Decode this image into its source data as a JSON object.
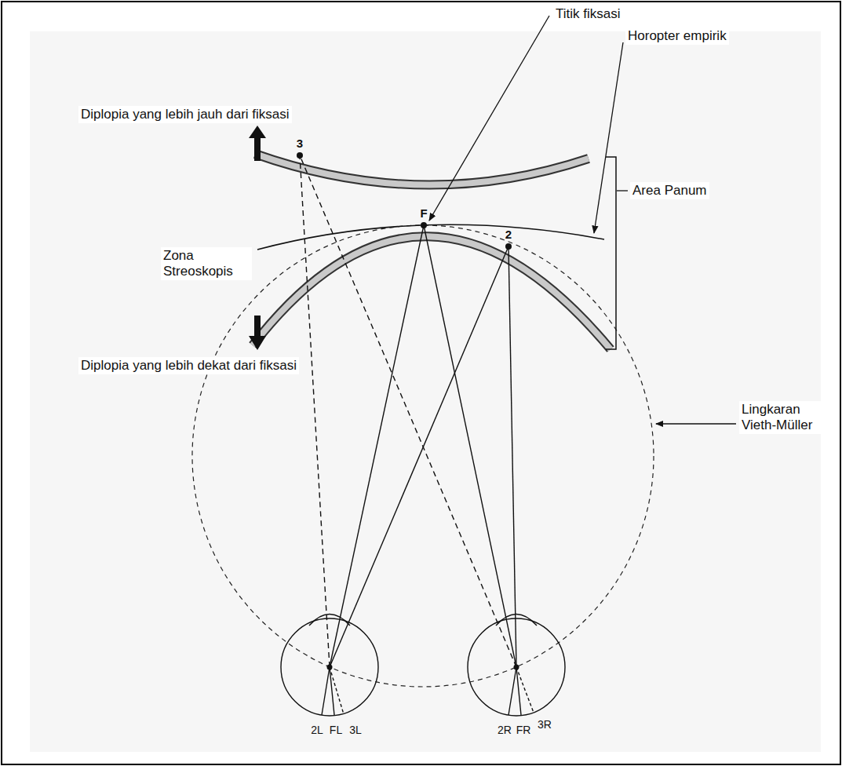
{
  "diagram": {
    "labels": [
      "Titik fiksasi",
      "Diplopia yang lebih jauh dari fiksasi",
      "Horopter empirik",
      "F",
      "2",
      "3",
      "Zona Streoskopis",
      "Area Panum",
      "Lingkaran Vieth-Müller",
      "Diplopia yang lebih dekat dari fiksasi",
      "2L",
      "FL",
      "3L",
      "2R",
      "FR",
      "3R"
    ]
  }
}
